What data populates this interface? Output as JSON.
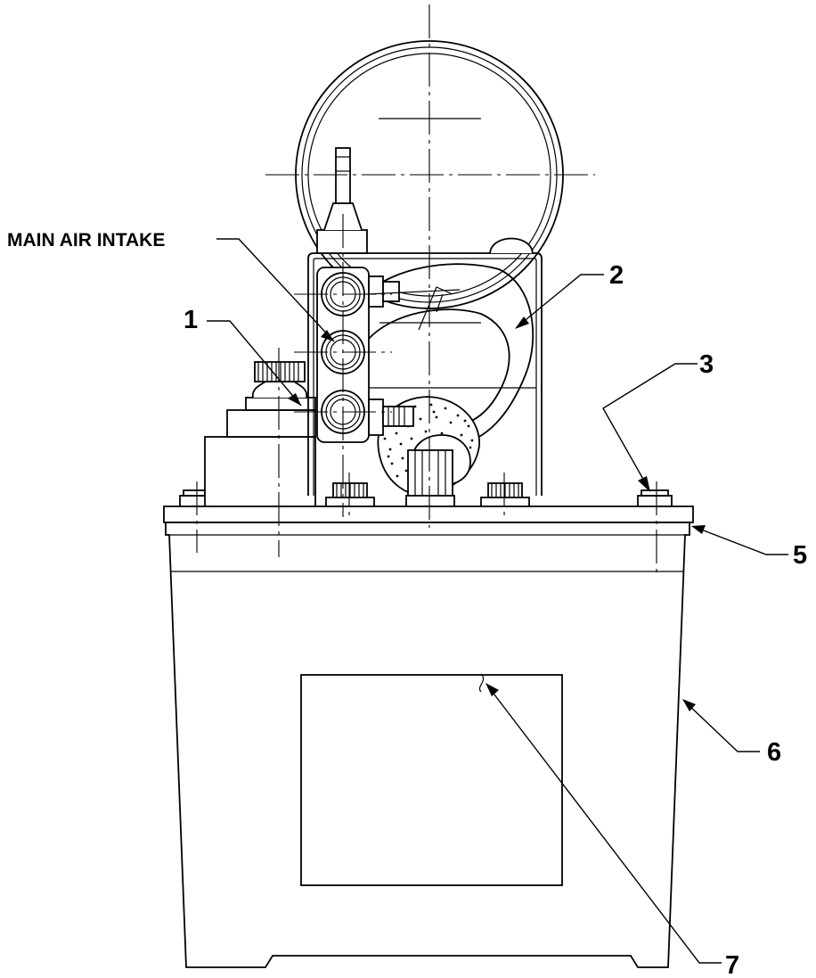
{
  "diagram": {
    "callouts": {
      "main_air_intake": "MAIN AIR INTAKE",
      "c1": "1",
      "c2": "2",
      "c3": "3",
      "c5": "5",
      "c6": "6",
      "c7": "7"
    }
  }
}
